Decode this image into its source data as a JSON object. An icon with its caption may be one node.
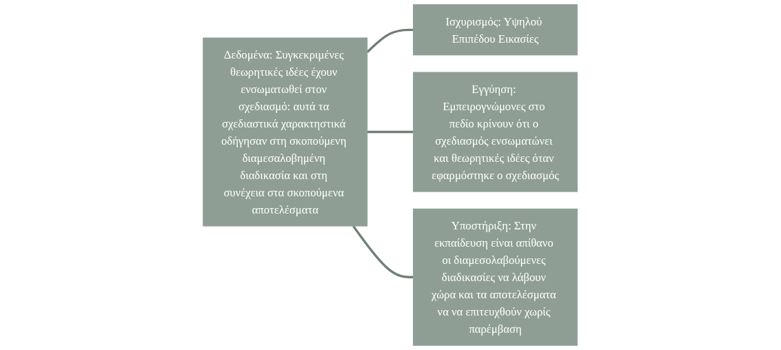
{
  "diagram": {
    "nodes": [
      {
        "text": [
          "Δεδομένα: Συγκεκριμένες θεωρητικές ιδέες έχουν ενσωματωθεί στον σχεδιασμό: αυτά τα σχεδιαστικά χαρακτηστικά οδήγησαν στη σκοπούμενη διαμεσαλοβημένη διαδικασία και στη συνέχεια στα σκοπούμενα αποτελέσματα"
        ]
      },
      {
        "text": [
          "Ισχυρισμός: Υψηλού Επιπέδου Εικασίες"
        ]
      },
      {
        "text": [
          "Εγγύηση: Εμπειρογνώμονες στο πεδίο κρίνουν ότι ο σχεδιασμός ενσωματώνει και θεωρητικές ιδέες όταν εφαρμόστηκε ο σχεδιασμός"
        ]
      },
      {
        "text": [
          "Υποστήριξη: Στην εκπαίδευση είναι απίθανο οι διαμεσολαβούμενες διαδικασίες να λάβουν χώρα και τα αποτελέσματα να να επιτευχθούν χωρίς παρέμβαση"
        ]
      }
    ],
    "edges": [
      {
        "from": 0,
        "to": 1,
        "arrow": "none"
      },
      {
        "from": 0,
        "to": 2,
        "arrow": "none"
      },
      {
        "from": 0,
        "to": 3,
        "arrow": "none"
      }
    ]
  }
}
